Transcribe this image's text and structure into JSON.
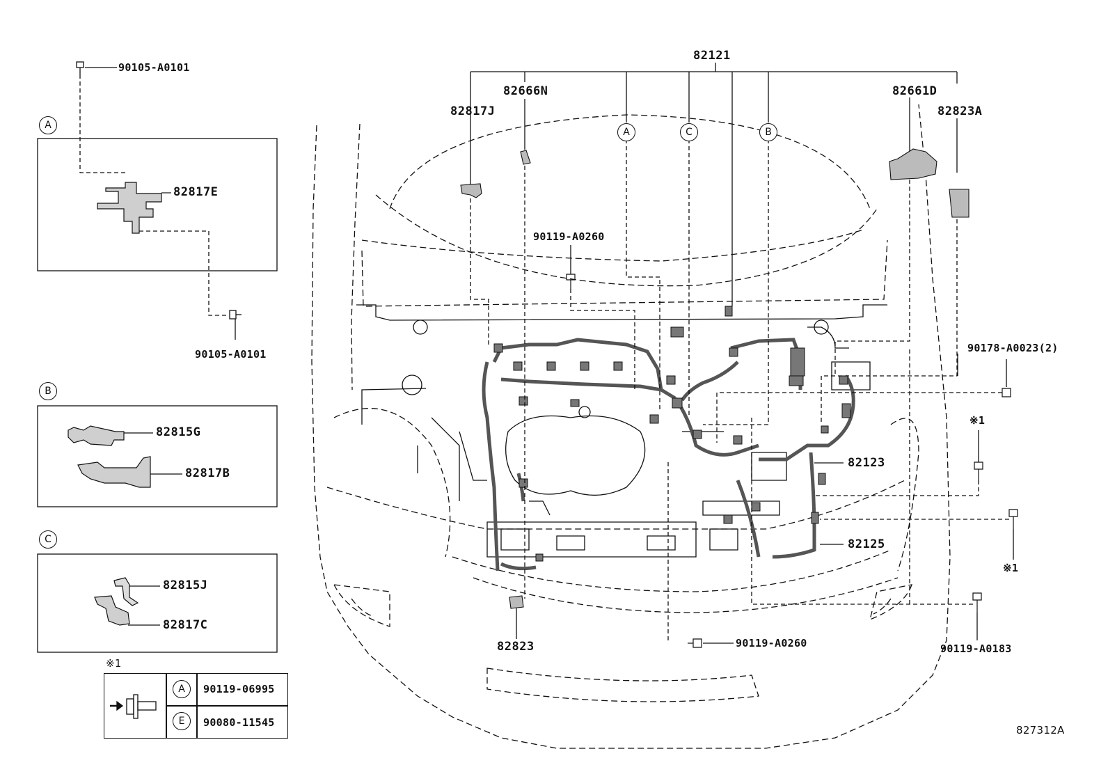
{
  "callouts": {
    "inset_a": [
      "82817E"
    ],
    "inset_b": [
      "82815G",
      "82817B"
    ],
    "inset_c": [
      "82815J",
      "82817C"
    ],
    "main": [
      "82121",
      "82666N",
      "82817J",
      "82661D",
      "82823A",
      "90119-A0260",
      "90178-A0023(2)",
      "82123",
      "82125",
      "82823",
      "90119-A0183"
    ],
    "bolts_inset_a": [
      "90105-A0101",
      "90105-A0101"
    ],
    "bottom_bolt": "90119-A0260",
    "note_mark": "※1"
  },
  "inset_labels": {
    "a": "A",
    "b": "B",
    "c": "C"
  },
  "legend": {
    "title": "※1",
    "rows": [
      {
        "mark": "A",
        "part": "90119-06995"
      },
      {
        "mark": "E",
        "part": "90080-11545"
      }
    ]
  },
  "diagram_id": "827312A"
}
